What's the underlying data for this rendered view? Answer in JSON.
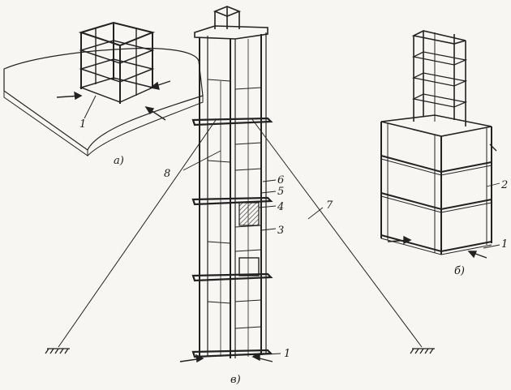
{
  "figure": {
    "panels": [
      {
        "id": "a",
        "caption": "а)"
      },
      {
        "id": "b",
        "caption": "б)"
      },
      {
        "id": "v",
        "caption": "в)"
      }
    ],
    "callouts": {
      "n1_a": "1",
      "n1_b": "1",
      "n1_v": "1",
      "n2": "2",
      "n3": "3",
      "n4": "4",
      "n5": "5",
      "n6": "6",
      "n7": "7",
      "n8": "8"
    },
    "colors": {
      "ink": "#222222",
      "paper": "#f7f6f3",
      "hatch": "#444444"
    }
  }
}
